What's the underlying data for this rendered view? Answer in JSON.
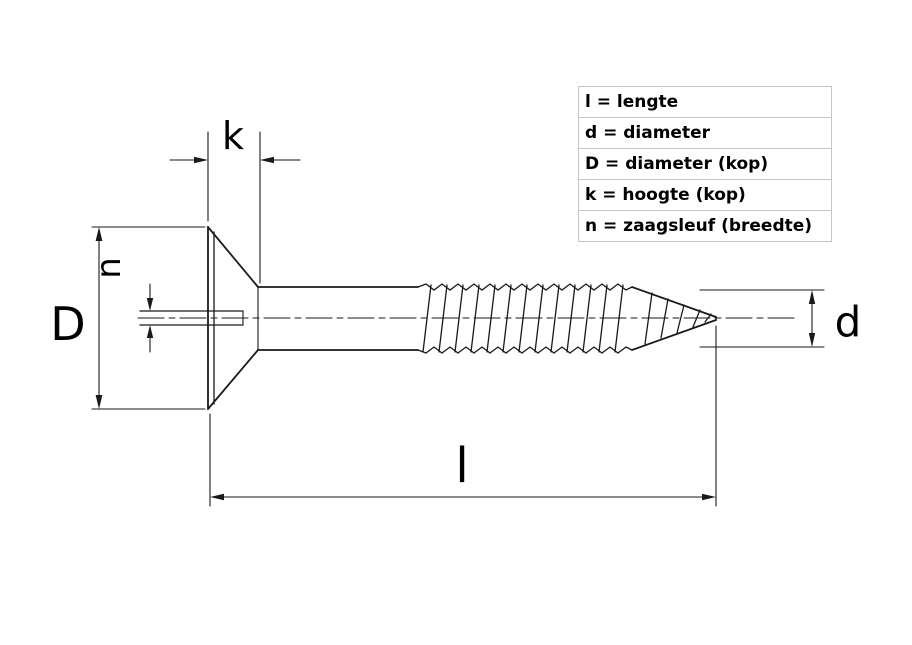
{
  "labels": {
    "l": "l",
    "d": "d",
    "D": "D",
    "k": "k",
    "n": "n"
  },
  "legend": {
    "rows": [
      "l = lengte",
      "d = diameter",
      "D = diameter (kop)",
      "k = hoogte (kop)",
      "n = zaagsleuf (breedte)"
    ]
  },
  "colors": {
    "line": "#1a1a1a",
    "legend_border": "#c6c6c6",
    "background": "#ffffff",
    "text": "#000000"
  }
}
